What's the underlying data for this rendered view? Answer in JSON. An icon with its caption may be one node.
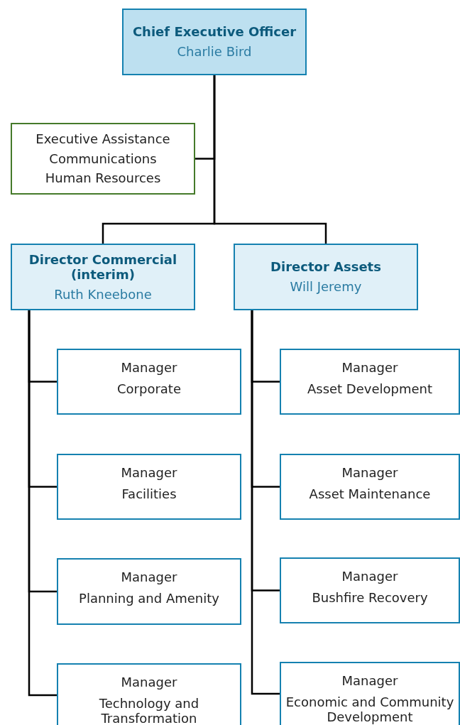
{
  "diagram": {
    "nodes": [
      {
        "text": [
          "Chief Executive Officer",
          "Charlie Bird"
        ]
      },
      {
        "text": [
          "Executive Assistance",
          "Communications",
          "Human Resources"
        ]
      },
      {
        "text": [
          "Director Commercial (interim)",
          "Ruth Kneebone"
        ]
      },
      {
        "text": [
          "Director Assets",
          "Will Jeremy"
        ]
      },
      {
        "text": [
          "Manager",
          "Corporate"
        ]
      },
      {
        "text": [
          "Manager",
          "Facilities"
        ]
      },
      {
        "text": [
          "Manager",
          "Planning and Amenity"
        ]
      },
      {
        "text": [
          "Manager",
          "Technology and Transformation"
        ]
      },
      {
        "text": [
          "Manager",
          "Asset Development"
        ]
      },
      {
        "text": [
          "Manager",
          "Asset Maintenance"
        ]
      },
      {
        "text": [
          "Manager",
          "Bushfire Recovery"
        ]
      },
      {
        "text": [
          "Manager",
          "Economic and Community Development"
        ]
      }
    ],
    "edges": [
      {
        "from": 0,
        "to": 1,
        "arrow": "none"
      },
      {
        "from": 0,
        "to": 2,
        "arrow": "none"
      },
      {
        "from": 0,
        "to": 3,
        "arrow": "none"
      },
      {
        "from": 2,
        "to": 4,
        "arrow": "none"
      },
      {
        "from": 2,
        "to": 5,
        "arrow": "none"
      },
      {
        "from": 2,
        "to": 6,
        "arrow": "none"
      },
      {
        "from": 2,
        "to": 7,
        "arrow": "none"
      },
      {
        "from": 3,
        "to": 8,
        "arrow": "none"
      },
      {
        "from": 3,
        "to": 9,
        "arrow": "none"
      },
      {
        "from": 3,
        "to": 10,
        "arrow": "none"
      },
      {
        "from": 3,
        "to": 11,
        "arrow": "none"
      }
    ]
  }
}
